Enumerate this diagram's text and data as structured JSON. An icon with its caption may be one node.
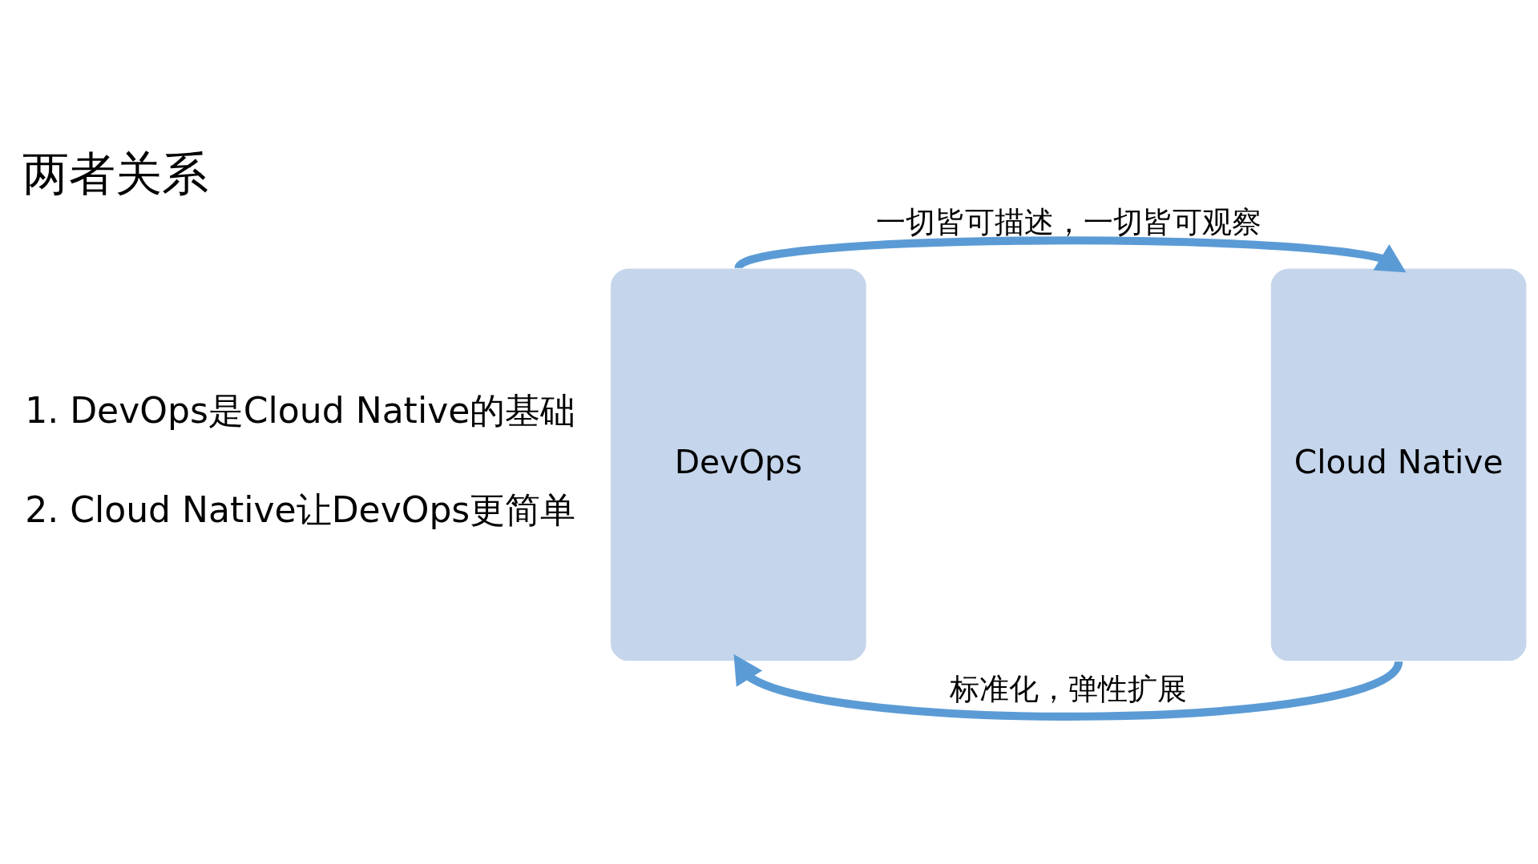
{
  "diagram": {
    "title": "两者关系",
    "nodes": [
      {
        "text": [
          "DevOps"
        ]
      },
      {
        "text": [
          "Cloud Native"
        ]
      }
    ],
    "edges": [
      {
        "from": 0,
        "to": 1,
        "arrow": "to",
        "label": "一切皆可描述，一切皆可观察"
      },
      {
        "from": 1,
        "to": 0,
        "arrow": "to",
        "label": "标准化，弹性扩展"
      }
    ],
    "labels": [
      "1. DevOps是Cloud Native的基础",
      "2. Cloud Native让DevOps更简单"
    ]
  }
}
